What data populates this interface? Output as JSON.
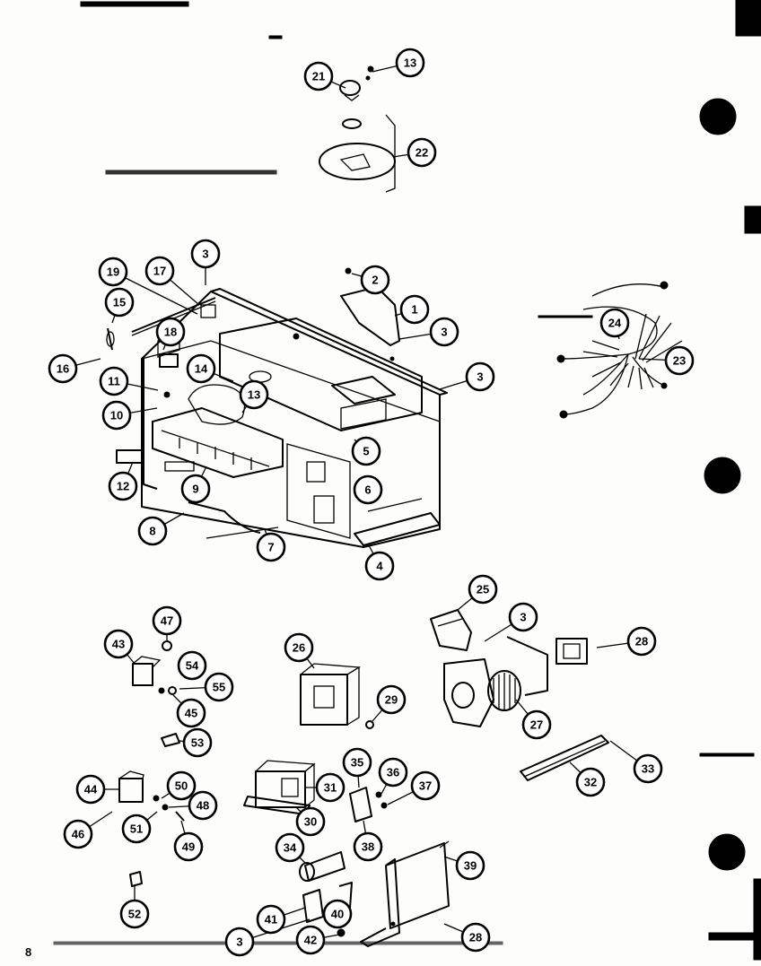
{
  "diagram": {
    "page_number": "8",
    "callout_labels": [
      "21",
      "13",
      "22",
      "3",
      "19",
      "17",
      "2",
      "1",
      "3",
      "15",
      "18",
      "24",
      "23",
      "16",
      "14",
      "11",
      "13",
      "3",
      "10",
      "5",
      "12",
      "9",
      "6",
      "8",
      "7",
      "4",
      "47",
      "25",
      "3",
      "28",
      "43",
      "54",
      "55",
      "26",
      "29",
      "45",
      "27",
      "53",
      "35",
      "36",
      "37",
      "32",
      "33",
      "31",
      "44",
      "50",
      "48",
      "30",
      "46",
      "51",
      "49",
      "38",
      "34",
      "39",
      "40",
      "41",
      "52",
      "3",
      "42",
      "28"
    ]
  }
}
